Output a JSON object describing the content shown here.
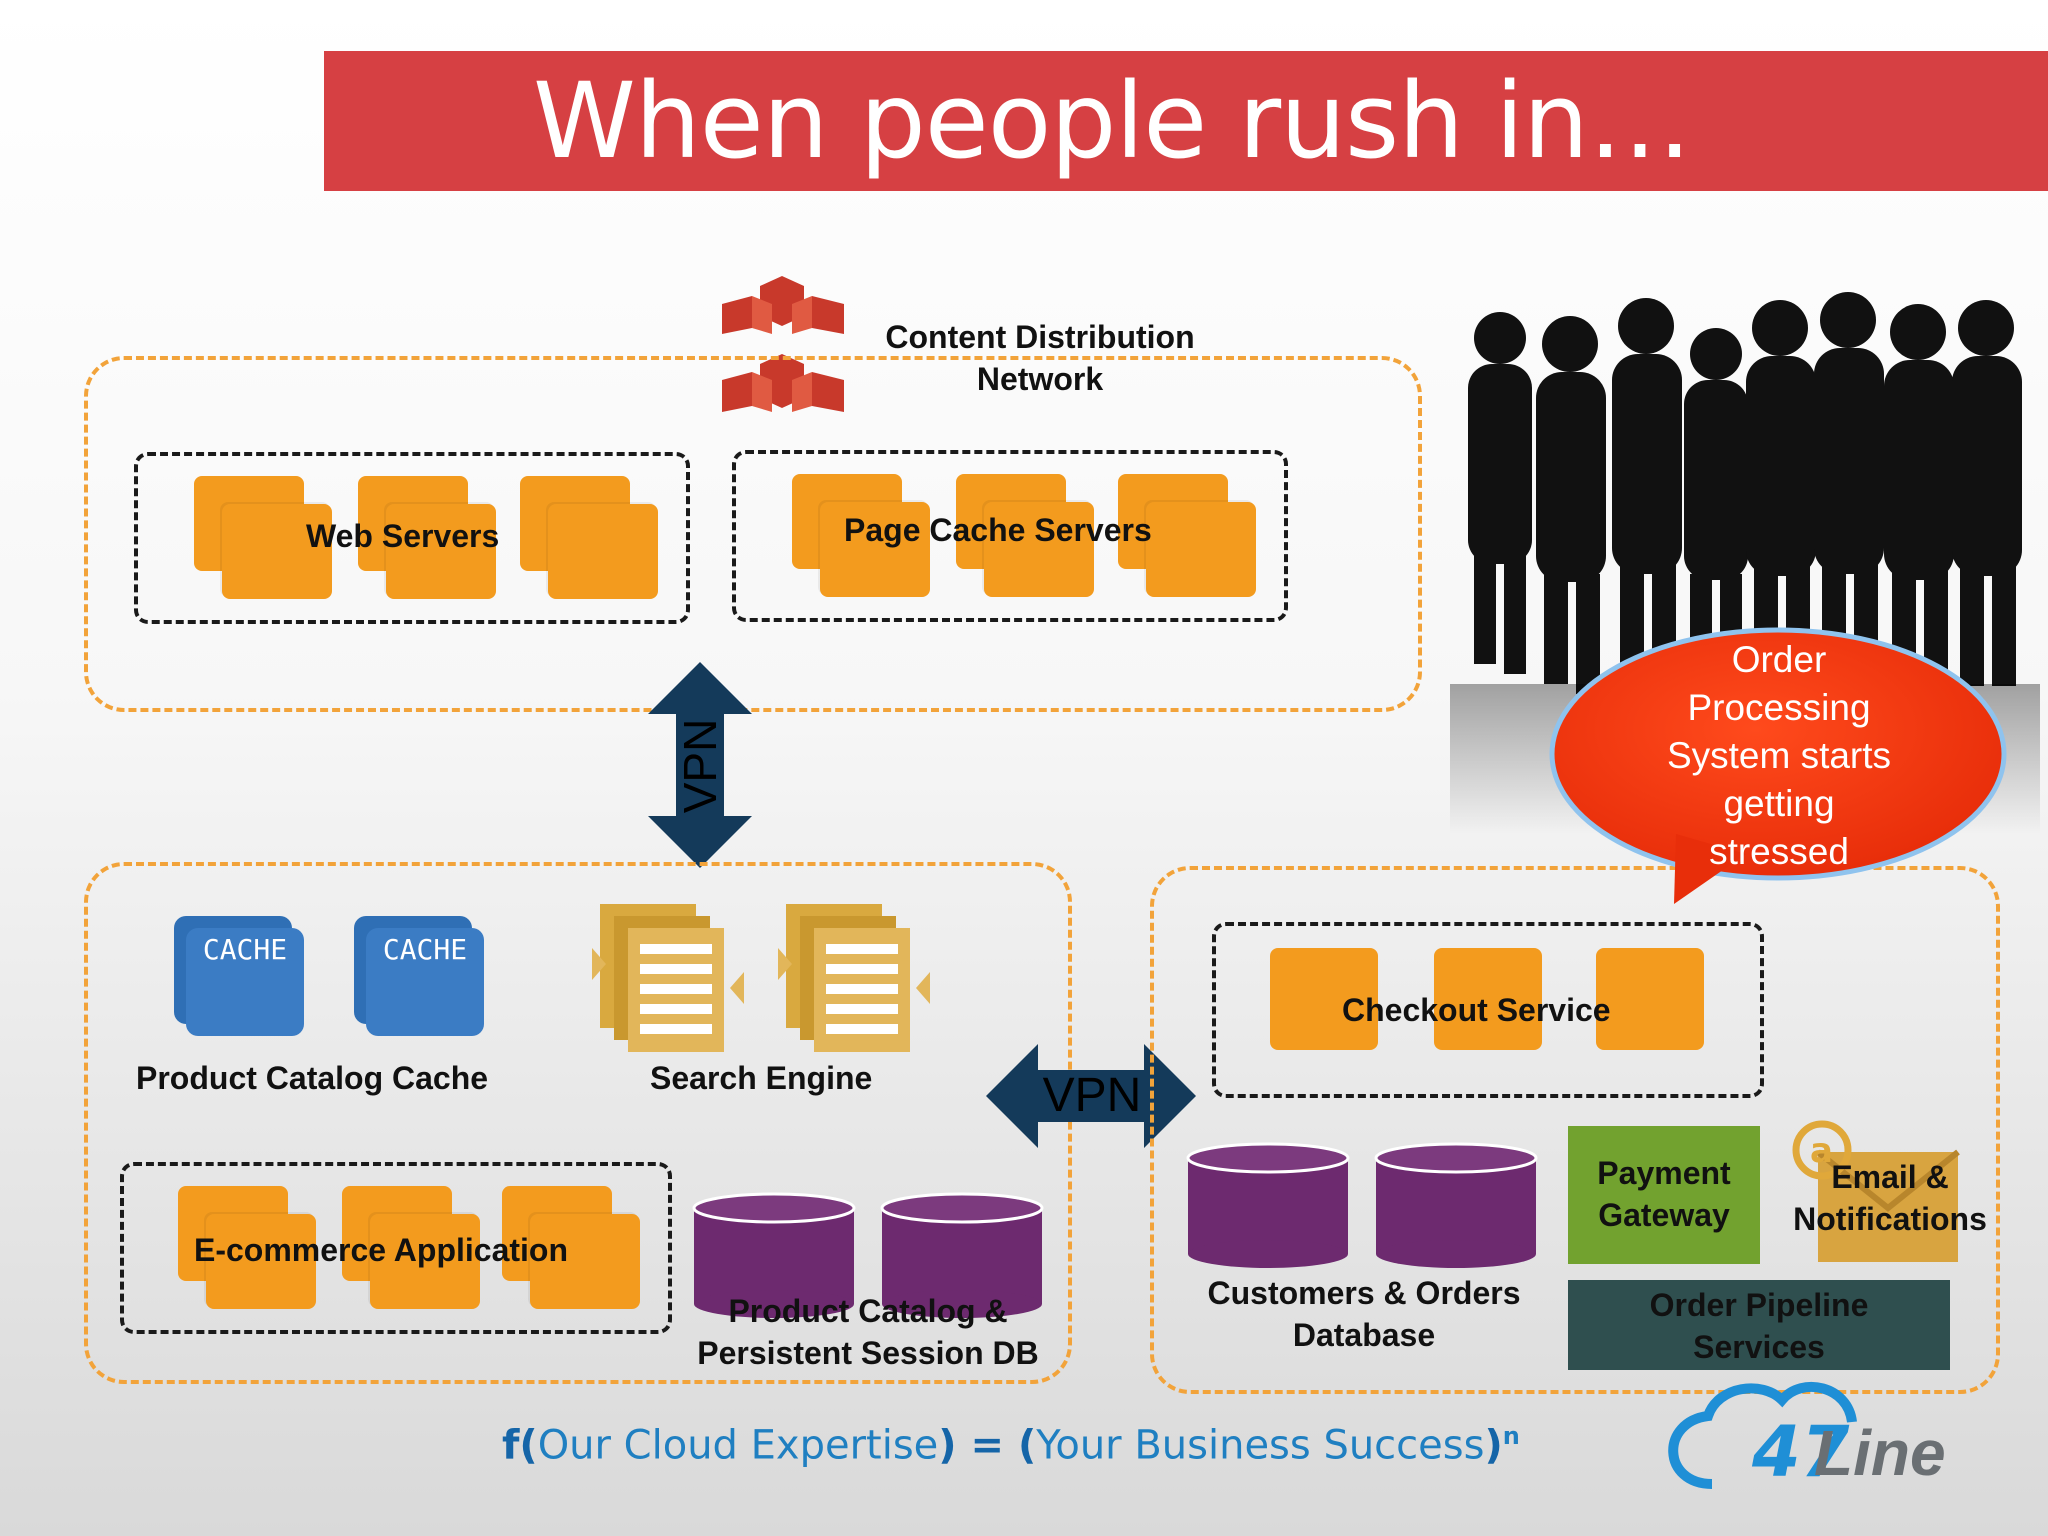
{
  "title": "When people rush in…",
  "cdn_label": "Content Distribution Network",
  "web_servers_label": "Web Servers",
  "page_cache_label": "Page Cache Servers",
  "vpn_label": "VPN",
  "vpn2_label": "VPN",
  "cache_tile_text": "CACHE",
  "product_cache_label": "Product Catalog Cache",
  "search_engine_label": "Search Engine",
  "ecommerce_label": "E-commerce Application",
  "product_db_label_1": "Product Catalog &",
  "product_db_label_2": "Persistent Session DB",
  "checkout_label": "Checkout Service",
  "customers_db_label_1": "Customers & Orders",
  "customers_db_label_2": "Database",
  "payment_label_1": "Payment",
  "payment_label_2": "Gateway",
  "email_label_1": "Email &",
  "email_label_2": "Notifications",
  "pipeline_label_1": "Order Pipeline",
  "pipeline_label_2": "Services",
  "bubble_lines": [
    "Order",
    "Processing",
    "System starts",
    "getting",
    "stressed"
  ],
  "footer_f": "f(",
  "footer_a": "Our Cloud Expertise",
  "footer_mid": ") = (",
  "footer_b": "Your Business Success",
  "footer_end": ")",
  "footer_exp": "n",
  "logo_text": "Line",
  "logo_number": "47",
  "colors": {
    "title_bg": "#d64043",
    "orange": "#f39b1e",
    "purple": "#6d2a6f",
    "payment_green": "#72a22f",
    "pipeline_teal": "#2f4f4f",
    "vpn_navy": "#143a5a",
    "bubble_red": "#f53a12"
  }
}
